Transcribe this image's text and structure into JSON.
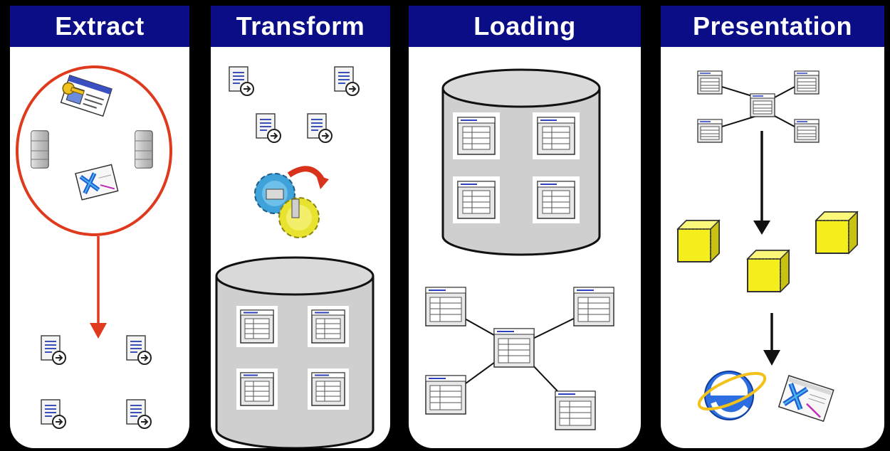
{
  "panels": [
    {
      "title": "Extract"
    },
    {
      "title": "Transform"
    },
    {
      "title": "Loading"
    },
    {
      "title": "Presentation"
    }
  ],
  "colors": {
    "header_bg": "#0a0d86",
    "header_text": "#ffffff",
    "background": "#000000",
    "panel_bg": "#ffffff",
    "extract_ring": "#e03a1e",
    "cube_fill": "#f3ee1c",
    "database_fill": "#cfcfcf"
  }
}
